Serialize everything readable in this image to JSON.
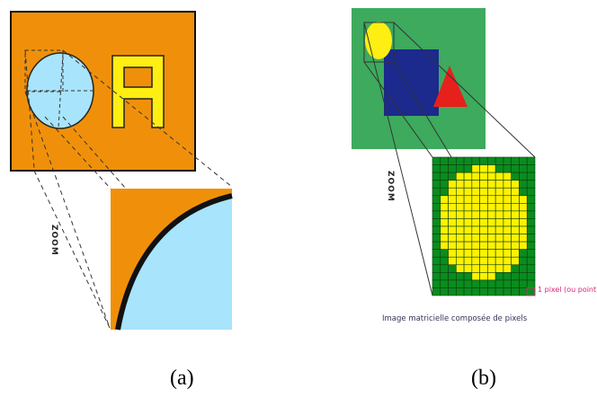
{
  "panel_a": {
    "zoom_label": "ZOOM",
    "sublabel": "(a)"
  },
  "panel_b": {
    "zoom_label": "ZOOM",
    "pixel_label": "1 pixel (ou point)",
    "caption": "Image matricielle composée de pixels",
    "sublabel": "(b)"
  },
  "colors": {
    "orange": "#f0900a",
    "light_blue": "#a8e4fb",
    "yellow": "#ffee11",
    "green_bg": "#3daa5d",
    "navy": "#1b2a8c",
    "red": "#e8201c",
    "grid_green": "#0a8c1e",
    "pixel_yellow": "#fff200",
    "pink": "#e0207a"
  }
}
